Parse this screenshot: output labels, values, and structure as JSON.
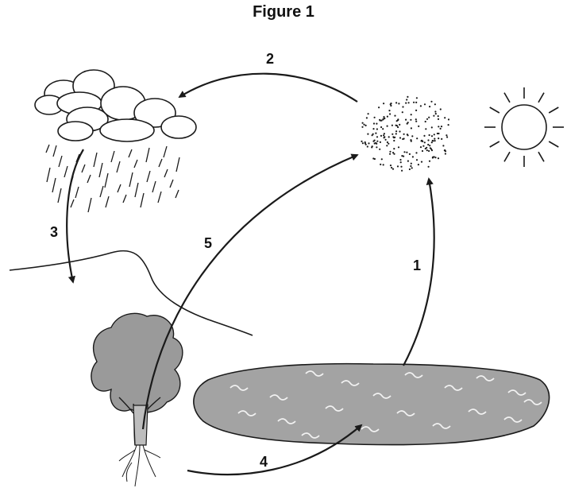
{
  "figure": {
    "title": "Figure 1"
  },
  "labels": {
    "arrow_1": "1",
    "arrow_2": "2",
    "arrow_3": "3",
    "arrow_4": "4",
    "arrow_5": "5"
  },
  "colors": {
    "ink": "#1a1a1a",
    "tree_fill": "#9a9a9a",
    "lake_fill": "#a3a3a3",
    "ripple": "#f2f2f2",
    "background": "#ffffff"
  }
}
